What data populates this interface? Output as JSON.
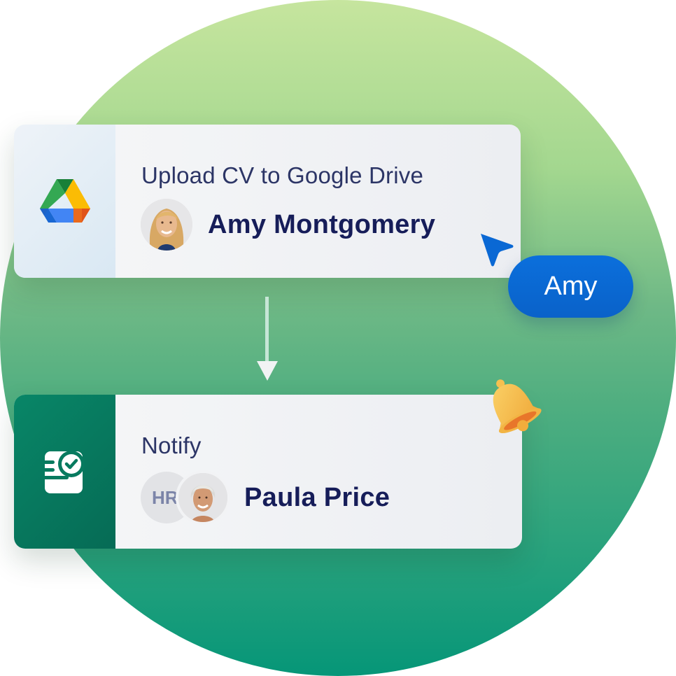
{
  "workflow": {
    "steps": [
      {
        "app_icon": "google-drive-icon",
        "title": "Upload CV to Google Drive",
        "assignee": {
          "name": "Amy Montgomery",
          "avatar": "avatar-amy-montgomery"
        },
        "side_color": "#dce9f4"
      },
      {
        "app_icon": "notify-checklist-icon",
        "title": "Notify",
        "assignee_group": "HR",
        "assignee": {
          "name": "Paula Price",
          "avatar": "avatar-paula-price"
        },
        "side_color": "#077a5f"
      }
    ],
    "connector_icon": "arrow-down-icon"
  },
  "overlay": {
    "cursor_icon": "pointer-cursor-icon",
    "cursor_label": "Amy",
    "cursor_color": "#0a68d4",
    "notification_icon": "bell-icon"
  },
  "colors": {
    "title_text": "#2c3566",
    "name_text": "#161d59",
    "circle_top": "#c6e59e",
    "circle_bottom": "#069678"
  }
}
